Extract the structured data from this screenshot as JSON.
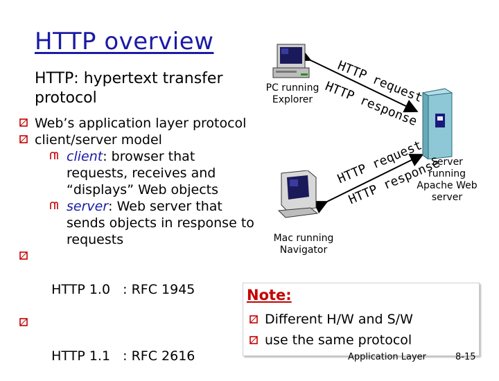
{
  "title": "HTTP overview",
  "subtitle": "HTTP: hypertext transfer protocol",
  "bullets": [
    "Web’s application layer protocol",
    "client/server model"
  ],
  "client_term": "client",
  "client_desc": ": browser that requests, receives and “displays” Web objects",
  "server_term": "server",
  "server_desc": ": Web server that sends objects in response to requests",
  "versions": [
    "HTTP 1.0   : RFC 1945",
    "HTTP 1.1   : RFC 2616"
  ],
  "nodes": {
    "pc": {
      "label_1": "PC running",
      "label_2": "Explorer"
    },
    "mac": {
      "label_1": "Mac running",
      "label_2": "Navigator"
    },
    "server": {
      "label_1": "Server",
      "label_2": "running",
      "label_3": "Apache Web",
      "label_4": "server"
    }
  },
  "arrows": {
    "request": "HTTP request",
    "response": "HTTP response"
  },
  "note": {
    "title": "Note:",
    "items": [
      "Different H/W and S/W",
      "use the same protocol"
    ]
  },
  "footer": "Application Layer",
  "page_number": "8-15",
  "colors": {
    "title": "#1a1aa6",
    "bullet_marker": "#c40000",
    "note_title": "#c40000"
  }
}
